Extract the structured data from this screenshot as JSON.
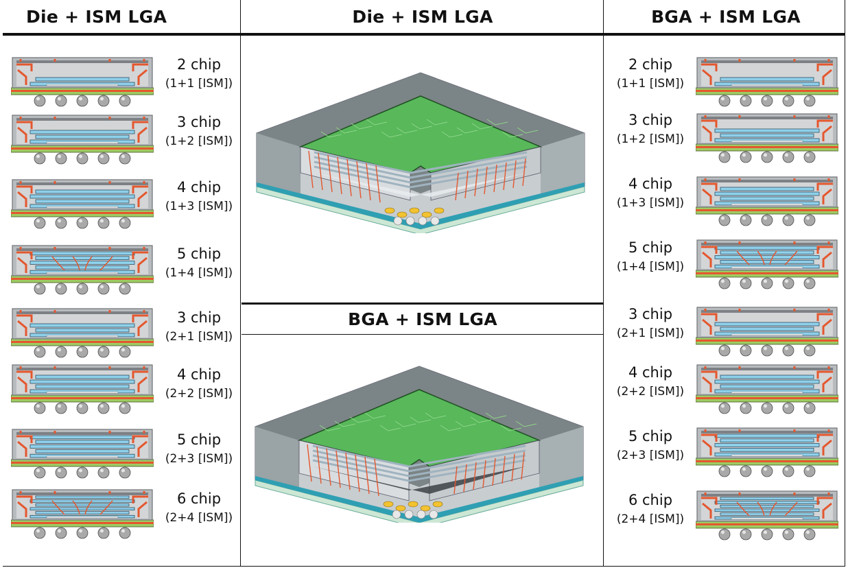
{
  "headers": {
    "left": "Die + ISM LGA",
    "center_top": "Die + ISM LGA",
    "right": "BGA + ISM LGA",
    "center_bottom": "BGA + ISM LGA"
  },
  "left_column": [
    {
      "chip": "2 chip",
      "config": "(1+1 [ISM])",
      "layers": 2,
      "wires": false
    },
    {
      "chip": "3 chip",
      "config": "(1+2 [ISM])",
      "layers": 3,
      "wires": false
    },
    {
      "chip": "4 chip",
      "config": "(1+3 [ISM])",
      "layers": 4,
      "wires": false
    },
    {
      "chip": "5 chip",
      "config": "(1+4 [ISM])",
      "layers": 5,
      "wires": true
    },
    {
      "chip": "3 chip",
      "config": "(2+1 [ISM])",
      "layers": 3,
      "wires": false
    },
    {
      "chip": "4 chip",
      "config": "(2+2 [ISM])",
      "layers": 4,
      "wires": false
    },
    {
      "chip": "5 chip",
      "config": "(2+3 [ISM])",
      "layers": 5,
      "wires": false
    },
    {
      "chip": "6 chip",
      "config": "(2+4 [ISM])",
      "layers": 6,
      "wires": true
    }
  ],
  "right_column": [
    {
      "chip": "2 chip",
      "config": "(1+1 [ISM])",
      "layers": 2,
      "wires": false
    },
    {
      "chip": "3 chip",
      "config": "(1+2 [ISM])",
      "layers": 3,
      "wires": false
    },
    {
      "chip": "4 chip",
      "config": "(1+3 [ISM])",
      "layers": 4,
      "wires": false
    },
    {
      "chip": "5 chip",
      "config": "(1+4 [ISM])",
      "layers": 5,
      "wires": true
    },
    {
      "chip": "3 chip",
      "config": "(2+1 [ISM])",
      "layers": 3,
      "wires": false
    },
    {
      "chip": "4 chip",
      "config": "(2+2 [ISM])",
      "layers": 4,
      "wires": false
    },
    {
      "chip": "5 chip",
      "config": "(2+3 [ISM])",
      "layers": 5,
      "wires": false
    },
    {
      "chip": "6 chip",
      "config": "(2+4 [ISM])",
      "layers": 6,
      "wires": true
    }
  ],
  "colors": {
    "mold": "#b9bcbf",
    "substrate": "#9ecb62",
    "trace": "#e4572e",
    "die": "#8fd0ea",
    "ball": "#a9a9a9",
    "pcb_green": "#58b85a",
    "package_gray": "#8e9899"
  }
}
